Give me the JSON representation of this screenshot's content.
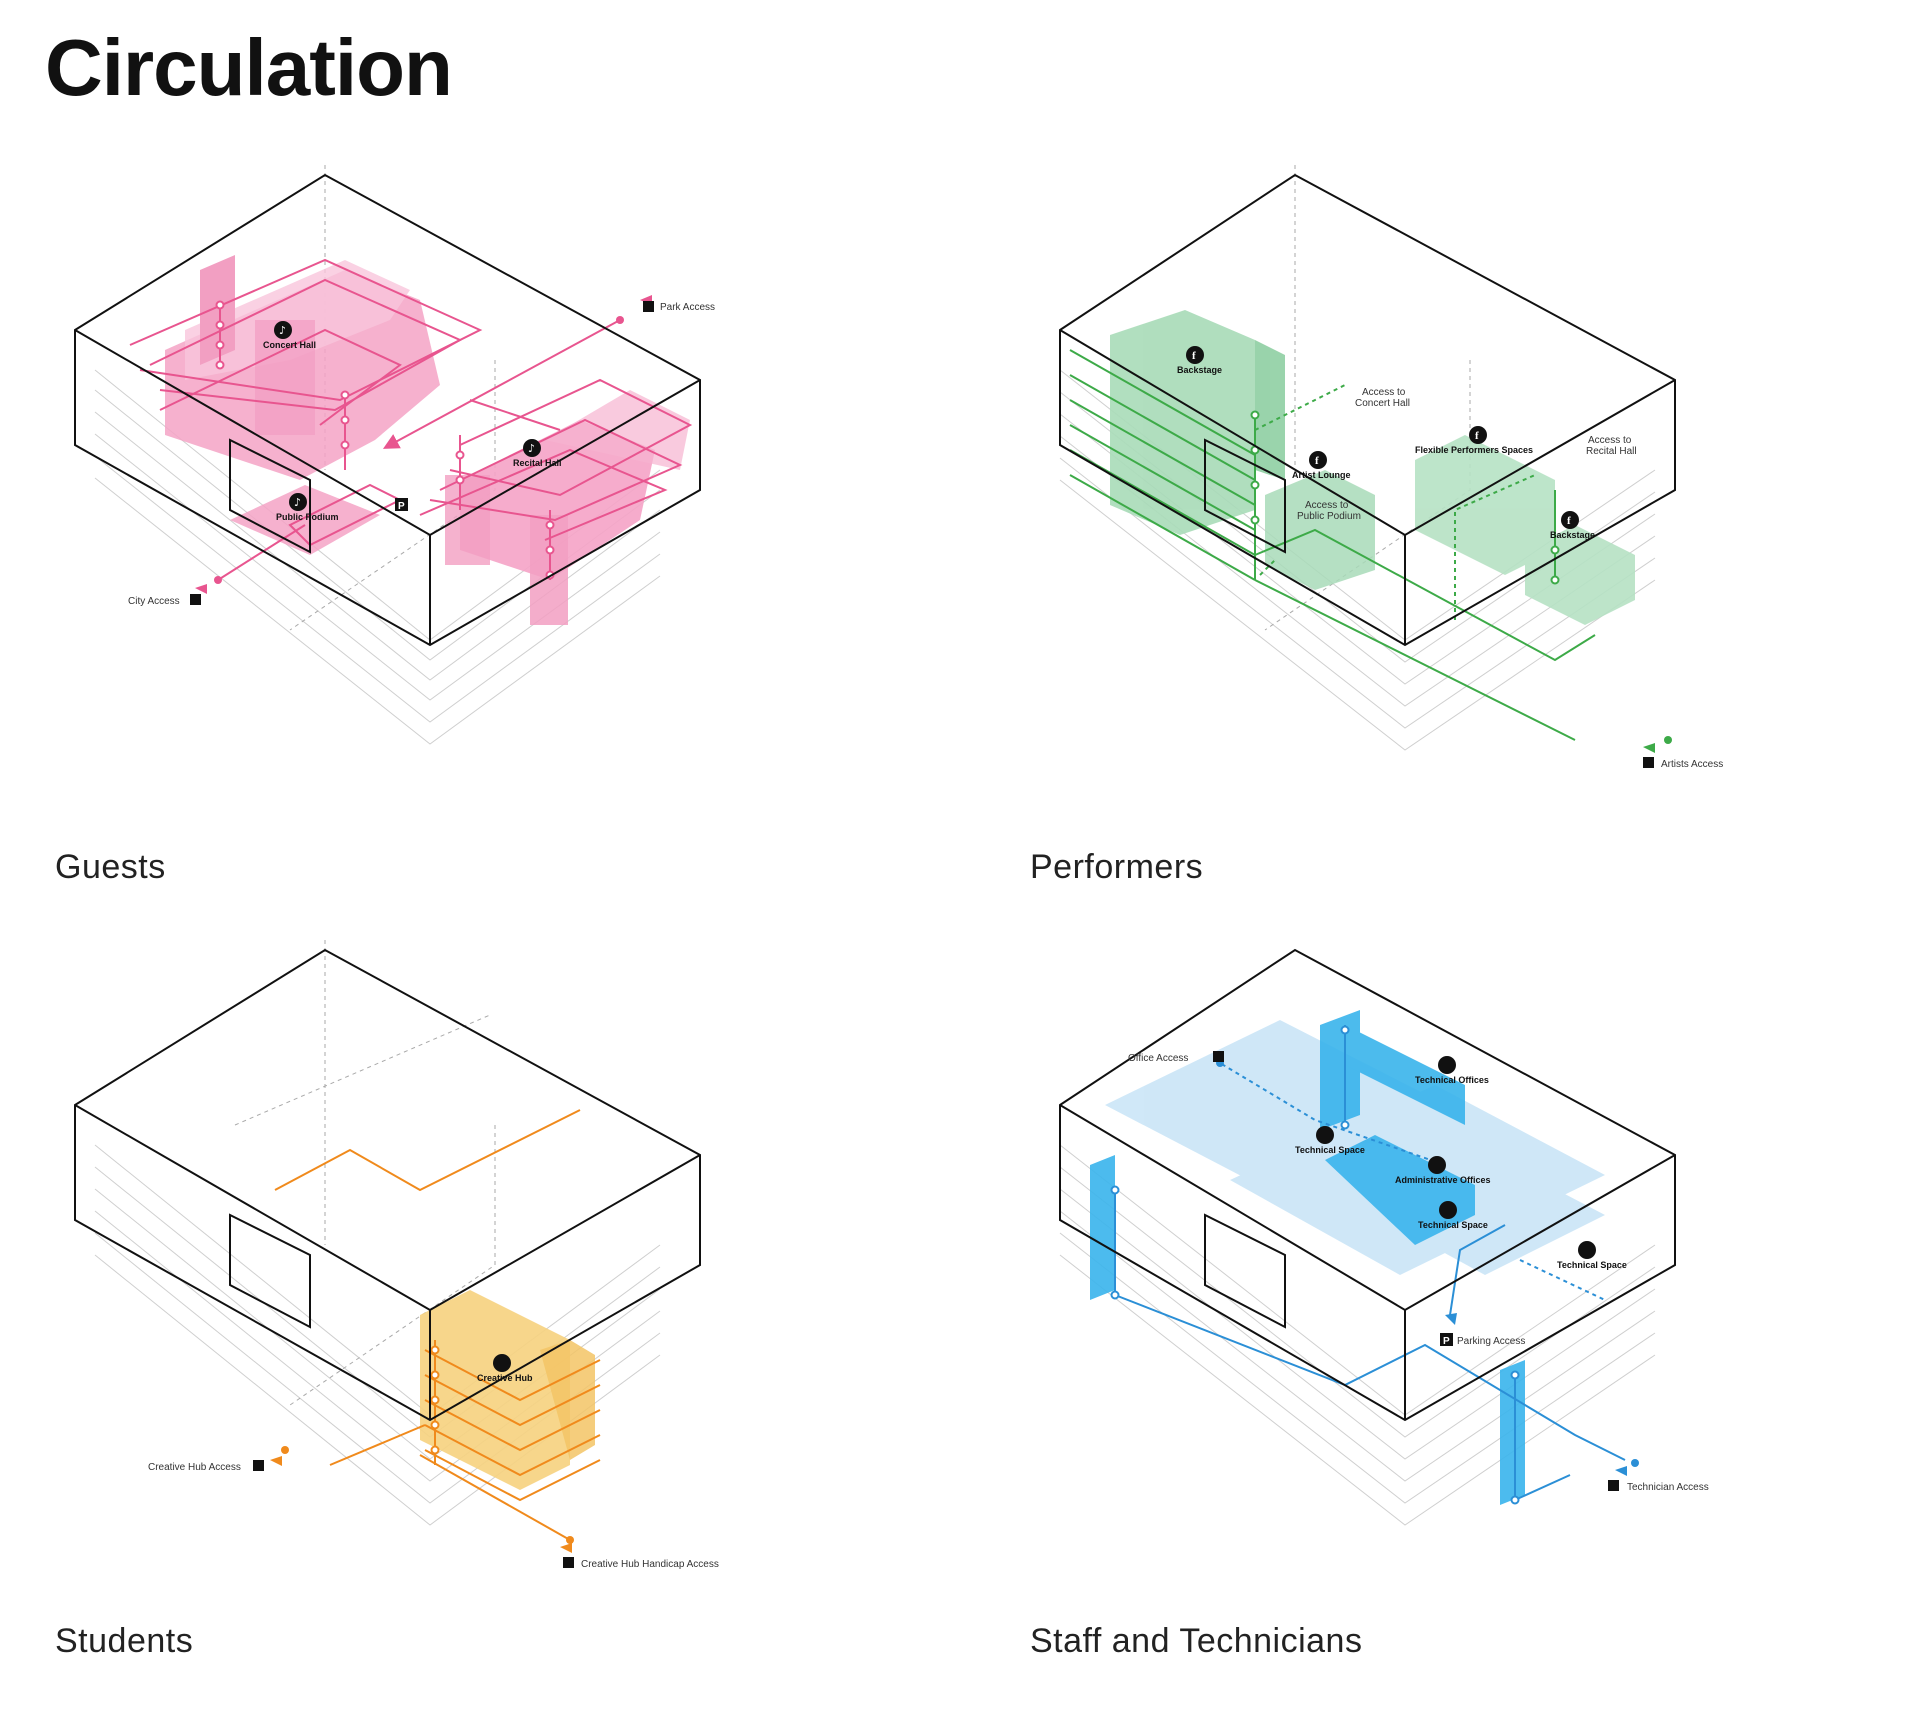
{
  "page": {
    "title": "Circulation"
  },
  "colors": {
    "guests": "#e8558f",
    "guests_fill": "#f5a3c6",
    "performers": "#3daa48",
    "performers_fill": "#a8dbb8",
    "students": "#f08a1c",
    "students_fill": "#f6d27e",
    "staff": "#2b8fd6",
    "staff_fill": "#39b4ec",
    "outline": "#111111"
  },
  "panels": {
    "guests": {
      "caption": "Guests",
      "labels": {
        "concert_hall": "Concert Hall",
        "recital_hall": "Recital Hall",
        "public_podium": "Public Podium",
        "park_access": "Park Access",
        "city_access": "City Access",
        "parking_icon": "P"
      },
      "icons": [
        "music-note-icon",
        "person-icon",
        "parking-icon"
      ]
    },
    "performers": {
      "caption": "Performers",
      "labels": {
        "backstage_1": "Backstage",
        "backstage_2": "Backstage",
        "artist_lounge": "Artist Lounge",
        "flexible_spaces": "Flexible Performers Spaces",
        "access_concert_1": "Access to",
        "access_concert_2": "Concert Hall",
        "access_recital_1": "Access to",
        "access_recital_2": "Recital Hall",
        "access_podium_1": "Access to",
        "access_podium_2": "Public Podium",
        "artists_access": "Artists Access"
      },
      "icons": [
        "performer-icon"
      ]
    },
    "students": {
      "caption": "Students",
      "labels": {
        "creative_hub": "Creative Hub",
        "hub_access": "Creative Hub Access",
        "handicap_access": "Creative Hub Handicap Access"
      },
      "icons": [
        "group-icon",
        "wheelchair-icon"
      ]
    },
    "staff": {
      "caption": "Staff and Technicians",
      "labels": {
        "office_access": "Office Access",
        "technical_offices": "Technical Offices",
        "technical_space_1": "Technical Space",
        "administrative_offices": "Administrative Offices",
        "technical_space_2": "Technical Space",
        "technical_space_3": "Technical Space",
        "parking_access": "Parking Access",
        "technician_access": "Technician Access",
        "parking_icon": "P"
      },
      "icons": [
        "tools-icon",
        "office-icon"
      ]
    }
  }
}
